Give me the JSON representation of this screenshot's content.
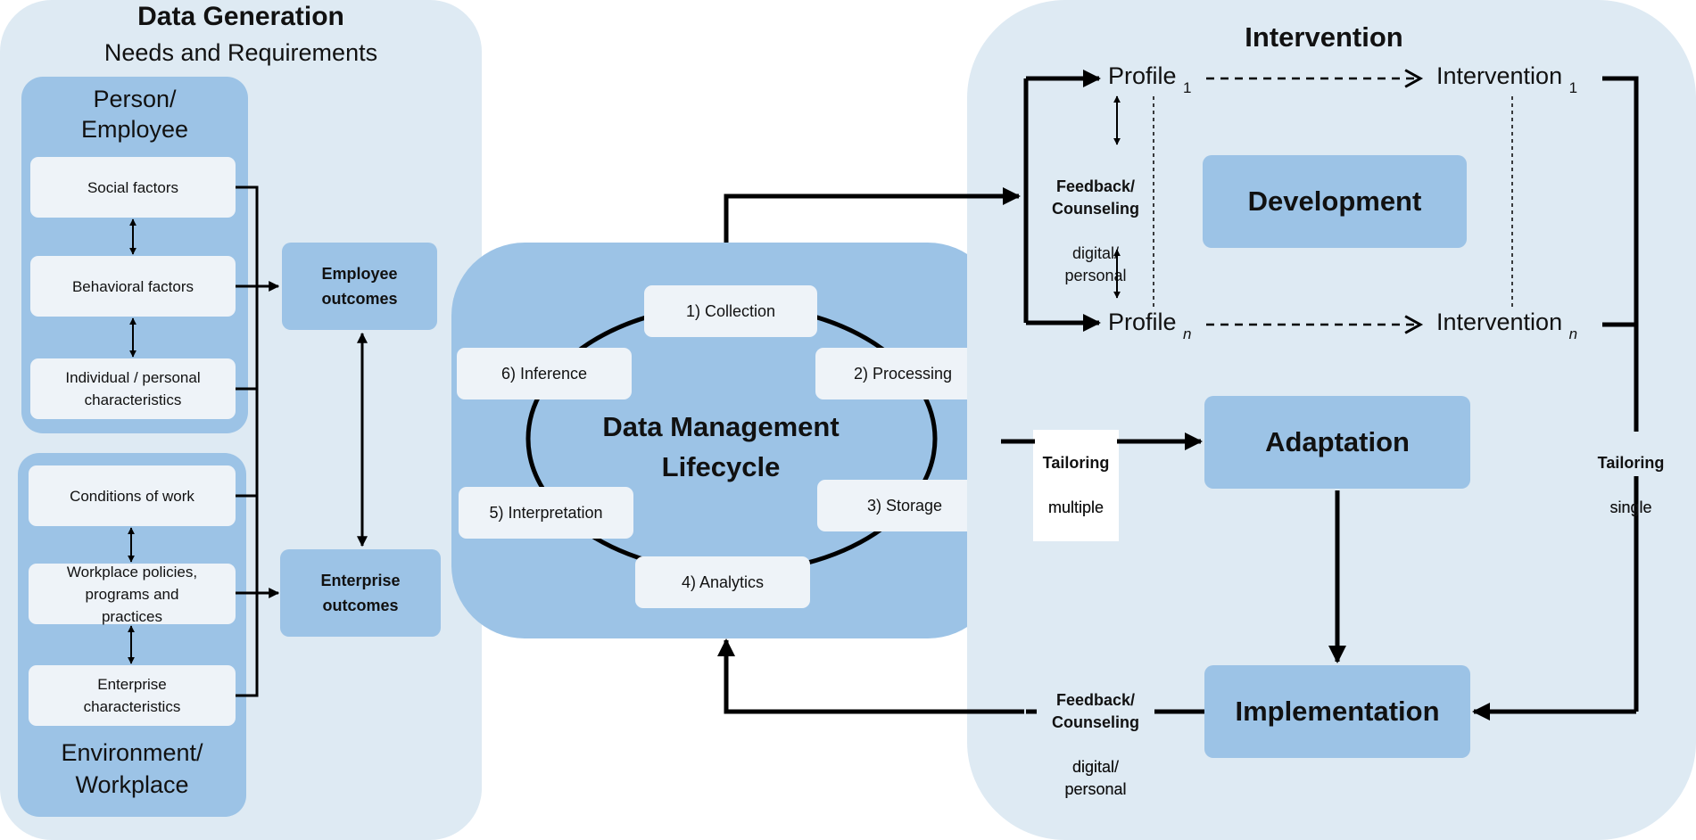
{
  "data_generation": {
    "title": "Data Generation",
    "subtitle": "Needs and Requirements",
    "person": {
      "title": "Person/\nEmployee",
      "factors": [
        "Social factors",
        "Behavioral factors",
        "Individual / personal\ncharacteristics"
      ]
    },
    "environment": {
      "title": "Environment/\nWorkplace",
      "factors": [
        "Conditions of work",
        "Workplace policies,\nprograms and\npractices",
        "Enterprise\ncharacteristics"
      ]
    },
    "outcomes": {
      "employee": "Employee\noutcomes",
      "enterprise": "Enterprise\noutcomes"
    }
  },
  "lifecycle": {
    "title": "Data Management\nLifecycle",
    "steps": [
      "1) Collection",
      "2) Processing",
      "3) Storage",
      "4) Analytics",
      "5) Interpretation",
      "6) Inference"
    ]
  },
  "intervention": {
    "title": "Intervention",
    "profile_1": "Profile",
    "profile_1_sub": "1",
    "profile_n": "Profile",
    "profile_n_sub": "n",
    "intervention_1": "Intervention",
    "intervention_1_sub": "1",
    "intervention_n": "Intervention",
    "intervention_n_sub": "n",
    "feedback_top_bold": "Feedback/\nCounseling",
    "feedback_top_normal": "digital/\npersonal",
    "development": "Development",
    "adaptation": "Adaptation",
    "implementation": "Implementation",
    "tailoring_multiple_bold": "Tailoring",
    "tailoring_multiple_normal": "multiple",
    "tailoring_single_bold": "Tailoring",
    "tailoring_single_normal": "single",
    "feedback_bottom_bold": "Feedback/\nCounseling",
    "feedback_bottom_normal": "digital/\npersonal"
  },
  "colors": {
    "panel": "#deeaf3",
    "group": "#9cc3e6",
    "box": "#eef3f8",
    "line": "#000000"
  }
}
